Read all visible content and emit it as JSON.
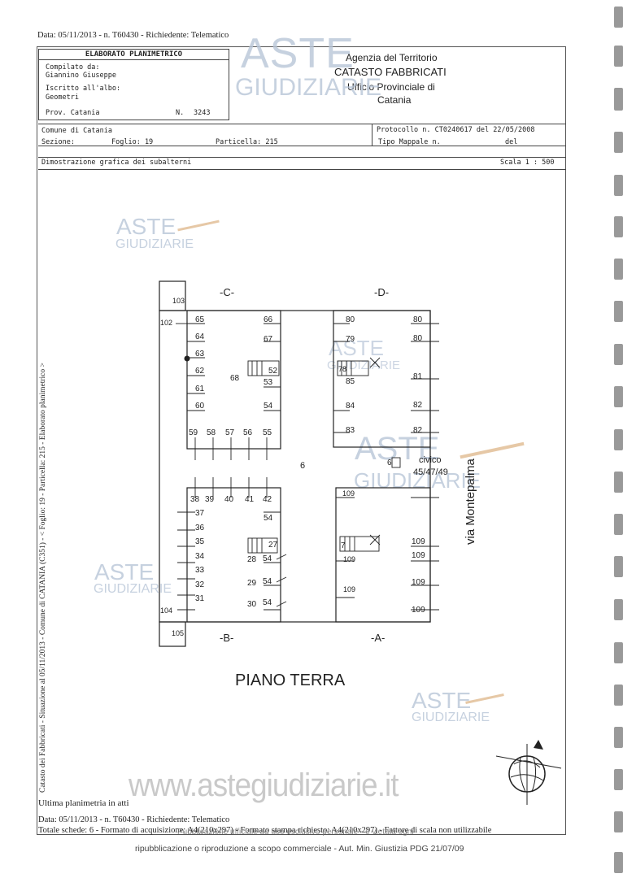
{
  "header_line": "Data: 05/11/2013 - n. T60430 - Richiedente: Telematico",
  "box": {
    "title": "ELABORATO PLANIMETRICO",
    "compiled_label": "Compilato da:",
    "compiler": "Giannino Giuseppe",
    "registered_label": "Iscritto all'albo:",
    "register": "Geometri",
    "prov": "Prov. Catania",
    "number_label": "N.",
    "number": "3243"
  },
  "agency": {
    "line1": "Agenzia del Territorio",
    "line2": "CATASTO FABBRICATI",
    "line3": "Ufficio Provinciale di",
    "line4": "Catania"
  },
  "info_rows": {
    "comune": "Comune di Catania",
    "protocollo": "Protocollo n. CT0240617 del 22/05/2008",
    "sezione": "Sezione:",
    "foglio": "Foglio: 19",
    "particella": "Particella: 215",
    "tipo_mappale": "Tipo Mappale n.",
    "del": "del",
    "dimostrazione": "Dimostrazione grafica dei subalterni",
    "scala": "Scala 1 : 500"
  },
  "side_text": "Catasto dei Fabbricati - Situazione al 05/11/2013 - Comune di CATANIA (C351) - < Foglio: 19 - Particella: 215 - Elaborato planimetrico >",
  "watermark": {
    "aste": "ASTE",
    "giudiziarie": "GIUDIZIARIE"
  },
  "plan": {
    "sections": {
      "c": "-C-",
      "d": "-D-",
      "b": "-B-",
      "a": "-A-"
    },
    "center": "6",
    "civico_num": "6",
    "civico": "civico",
    "civico_range": "45/47/49",
    "street": "via Montepalma",
    "floor_title": "PIANO TERRA",
    "labels_c": [
      "103",
      "102",
      "65",
      "64",
      "63",
      "62",
      "61",
      "60",
      "66",
      "67",
      "52",
      "68",
      "53",
      "54",
      "59",
      "58",
      "57",
      "56",
      "55"
    ],
    "labels_d": [
      "80",
      "79",
      "78",
      "85",
      "84",
      "83",
      "80",
      "80",
      "81",
      "82",
      "82"
    ],
    "labels_b": [
      "38",
      "39",
      "40",
      "41",
      "42",
      "37",
      "36",
      "35",
      "34",
      "33",
      "32",
      "31",
      "54",
      "27",
      "28",
      "54",
      "29",
      "54",
      "30",
      "54",
      "104",
      "105"
    ],
    "labels_a": [
      "109",
      "7",
      "109",
      "109",
      "109",
      "109",
      "109",
      "109"
    ]
  },
  "footer": {
    "website": "www.astegiudiziarie.it",
    "ultima": "Ultima planimetria in atti",
    "line1": "Data: 05/11/2013 - n. T60430 - Richiedente: Telematico",
    "line2": "Totale schede: 6 - Formato di acquisizione: A4(210x297) - Formato stampa richiesto: A4(210x297) - Fattore di scala non utilizzabile",
    "overlay1": "Pubblicazione ufficiale ad uso esclusivo personale - è vietata ogni",
    "overlay2": "ripubblicazione o riproduzione a scopo commerciale - Aut. Min. Giustizia PDG 21/07/09"
  }
}
